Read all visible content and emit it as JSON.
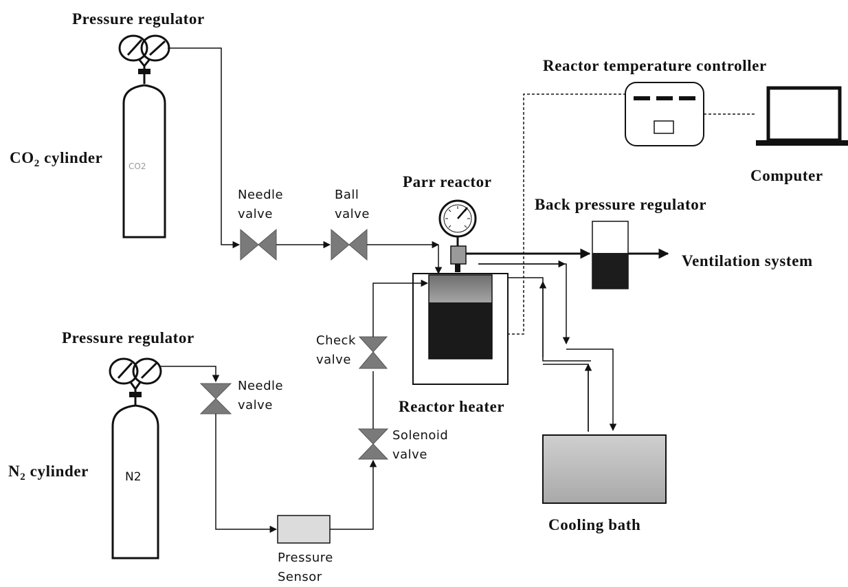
{
  "labels": {
    "pressure_regulator_top": "Pressure regulator",
    "co2_cylinder": {
      "prefix": "CO",
      "sub": "2",
      "suffix": " cylinder"
    },
    "co2_tag": "CO2",
    "needle_valve_top": [
      "Needle",
      "valve"
    ],
    "ball_valve": [
      "Ball",
      "valve"
    ],
    "parr_reactor": "Parr reactor",
    "reactor_temperature_controller": "Reactor temperature controller",
    "computer": "Computer",
    "back_pressure_regulator": "Back pressure regulator",
    "ventilation_system": "Ventilation system",
    "pressure_regulator_bottom": "Pressure regulator",
    "check_valve": [
      "Check",
      "valve"
    ],
    "needle_valve_bottom": [
      "Needle",
      "valve"
    ],
    "reactor_heater": "Reactor heater",
    "solenoid_valve": [
      "Solenoid",
      "valve"
    ],
    "n2_cylinder": {
      "prefix": "N",
      "sub": "2",
      "suffix": " cylinder"
    },
    "n2_tag": "N2",
    "cooling_bath": "Cooling bath",
    "pressure_sensor": [
      "Pressure",
      "Sensor"
    ]
  },
  "colors": {
    "line": "#111111",
    "valve_fill": "#7a7a7a",
    "reactor_top": "#8e8e8e",
    "reactor_body": "#1a1a1a",
    "bpr_liquid": "#1c1c1c",
    "bath_fill": "#bdbdbd",
    "sensor_fill": "#dcdcdc"
  }
}
